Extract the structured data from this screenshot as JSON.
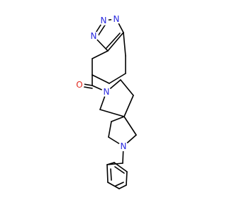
{
  "molecule": {
    "atoms": {
      "n_triazole_1": "N",
      "n_triazole_2": "N",
      "n_triazole_3": "N",
      "n_amide": "N",
      "o_carbonyl": "O",
      "n_benzyl": "N"
    }
  },
  "colors": {
    "nitrogen": "#2a2adf",
    "oxygen": "#e0291f",
    "bond": "#000000"
  }
}
